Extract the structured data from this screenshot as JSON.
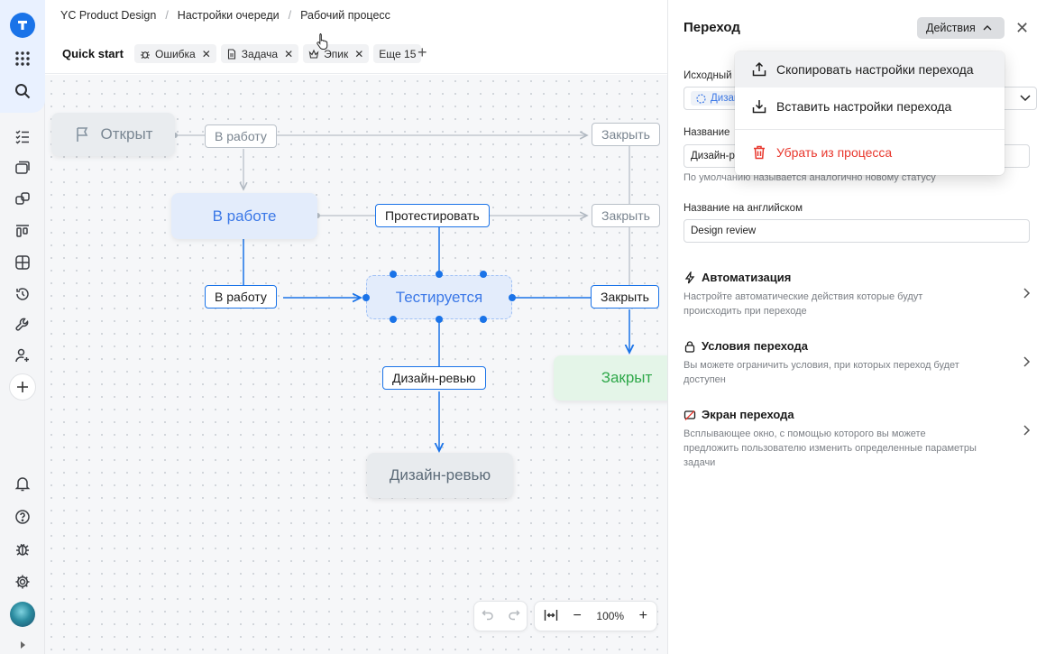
{
  "breadcrumb": {
    "items": [
      "YC Product Design",
      "Настройки очереди",
      "Рабочий процесс"
    ],
    "separator": "/"
  },
  "filters": {
    "quick_start": "Quick start",
    "chips": [
      "Ошибка",
      "Задача",
      "Эпик"
    ],
    "more": "Еще 15"
  },
  "workflow": {
    "statuses": {
      "open": "Открыт",
      "in_work": "В работе",
      "testing": "Тестируется",
      "closed": "Закрыт",
      "design_review": "Дизайн-ревью"
    },
    "transitions": {
      "to_work_top": "В работу",
      "close_top": "Закрыть",
      "test": "Протестировать",
      "close_mid": "Закрыть",
      "to_work_left": "В работу",
      "close_selected": "Закрыть",
      "design_review": "Дизайн-ревью"
    }
  },
  "toolbar": {
    "zoom": "100%"
  },
  "panel": {
    "title": "Переход",
    "actions_label": "Действия",
    "source_label": "Исходный",
    "source_value": "Дизайн-ревью",
    "name_label": "Название",
    "name_value": "Дизайн-ревью",
    "name_hint": "По умолчанию называется аналогично новому статусу",
    "en_label": "Название на английском",
    "en_value": "Design review",
    "sections": [
      {
        "title": "Автоматизация",
        "desc": "Настройте автоматические действия которые будут происходить при переходе"
      },
      {
        "title": "Условия перехода",
        "desc": "Вы можете ограничить условия, при которых переход будет доступен"
      },
      {
        "title": "Экран перехода",
        "desc": "Всплывающее окно, с помощью которого вы можете предложить пользователю изменить определенные параметры задачи"
      }
    ]
  },
  "menu": {
    "copy": "Скопировать настройки перехода",
    "paste": "Вставить настройки перехода",
    "remove": "Убрать из процесса"
  },
  "colors": {
    "accent": "#1a73e8",
    "danger": "#e8372d",
    "closed": "#2fa84a"
  }
}
